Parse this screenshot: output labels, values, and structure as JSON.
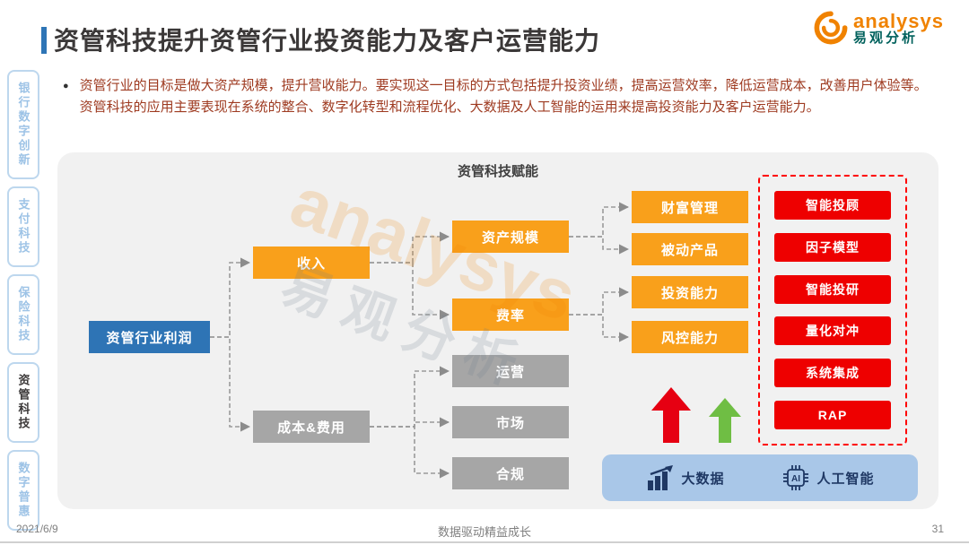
{
  "header": {
    "title": "资管科技提升资管行业投资能力及客户运营能力",
    "logo": {
      "brand": "analysys",
      "brand_cn": "易观分析"
    }
  },
  "intro": {
    "bullet": "●",
    "text": "资管行业的目标是做大资产规模，提升营收能力。要实现这一目标的方式包括提升投资业绩，提高运营效率，降低运营成本，改善用户体验等。资管科技的应用主要表现在系统的整合、数字化转型和流程优化、大数据及人工智能的运用来提高投资能力及客户运营能力。",
    "text_color": "#9E3A20"
  },
  "sidebar": {
    "items": [
      {
        "label": "银行数字创新",
        "active": false
      },
      {
        "label": "支付科技",
        "active": false
      },
      {
        "label": "保险科技",
        "active": false
      },
      {
        "label": "资管科技",
        "active": true
      },
      {
        "label": "数字普惠",
        "active": false
      }
    ]
  },
  "diagram": {
    "title": "资管科技赋能",
    "nodes": {
      "profit": "资管行业利润",
      "income": "收入",
      "cost": "成本&费用",
      "asset_scale": "资产规模",
      "fee_rate": "费率",
      "operations": "运营",
      "market": "市场",
      "compliance": "合规",
      "wealth_mgmt": "财富管理",
      "passive_products": "被动产品",
      "invest_ability": "投资能力",
      "risk_control": "风控能力"
    },
    "tech_panel": {
      "items": [
        "智能投顾",
        "因子模型",
        "智能投研",
        "量化对冲",
        "系统集成",
        "RAP"
      ]
    },
    "enablers": {
      "big_data": "大数据",
      "ai": "人工智能",
      "ai_icon_text": "AI"
    },
    "watermark": {
      "brand": "analysys",
      "brand_cn": "易观分析"
    }
  },
  "footer": {
    "date": "2021/6/9",
    "slogan": "数据驱动精益成长",
    "page": "31"
  },
  "colors": {
    "accent_blue": "#2E74B5",
    "node_orange": "#F9A01B",
    "node_gray": "#A6A6A6",
    "tech_red": "#EE0000",
    "arrow_red": "#E60012",
    "arrow_green": "#6FBE44",
    "enabler_bar_blue": "#A9C7E8",
    "sidebar_blue": "#9DC3E6"
  }
}
